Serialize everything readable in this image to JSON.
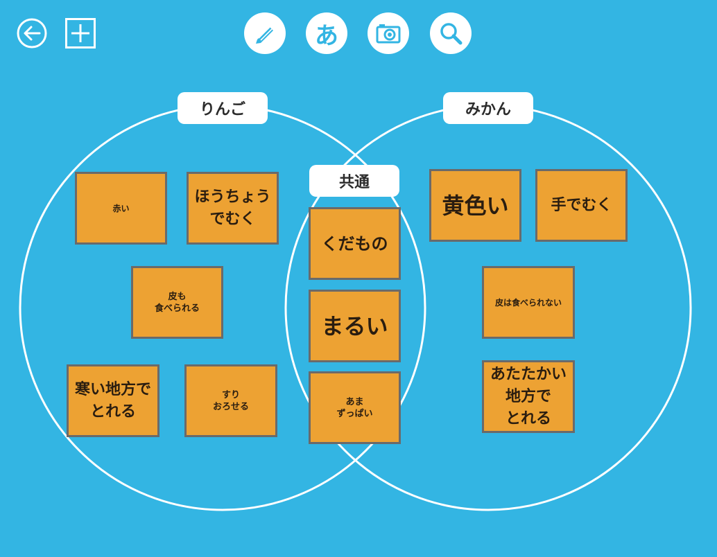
{
  "toolbar": {
    "back_icon": "back-arrow-icon",
    "add_icon": "plus-icon",
    "tools": [
      {
        "icon": "pencil-icon"
      },
      {
        "icon": "hiragana-a-icon",
        "label": "あ"
      },
      {
        "icon": "camera-icon"
      },
      {
        "icon": "search-icon"
      }
    ]
  },
  "venn": {
    "left_label": "りんご",
    "right_label": "みかん",
    "center_label": "共通",
    "left_notes": [
      "赤い",
      "ほうちょう\nでむく",
      "皮も\n食べられる",
      "寒い地方で\nとれる",
      "すり\nおろせる"
    ],
    "center_notes": [
      "くだもの",
      "まるい",
      "あま\nずっぱい"
    ],
    "right_notes": [
      "黄色い",
      "手でむく",
      "皮は食べられない",
      "あたたかい\n地方で\nとれる"
    ]
  },
  "colors": {
    "background": "#33b5e3",
    "note_fill": "#eda233",
    "note_border": "#6a6a6a",
    "circle": "#ffffff"
  }
}
